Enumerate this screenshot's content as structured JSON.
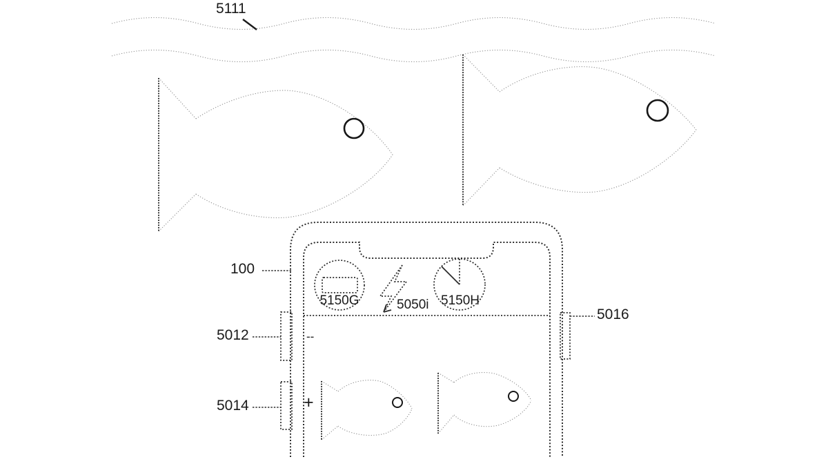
{
  "reference_labels": {
    "water_surface": "5111",
    "device": "100",
    "left_button_upper": "5012",
    "left_button_lower": "5014",
    "right_button": "5016"
  },
  "phone": {
    "status_icons": [
      {
        "icon": "battery-icon",
        "label": "5150G"
      },
      {
        "icon": "flash-icon",
        "label": "5050i"
      },
      {
        "icon": "timer-icon",
        "label": "5150H"
      }
    ],
    "screen_indicators": {
      "minus": "--",
      "plus": "+"
    }
  },
  "colors": {
    "background": "#ffffff",
    "dark_line": "#2b2b2b",
    "light_line": "#8f8f8f",
    "text": "#1a1a1a"
  }
}
